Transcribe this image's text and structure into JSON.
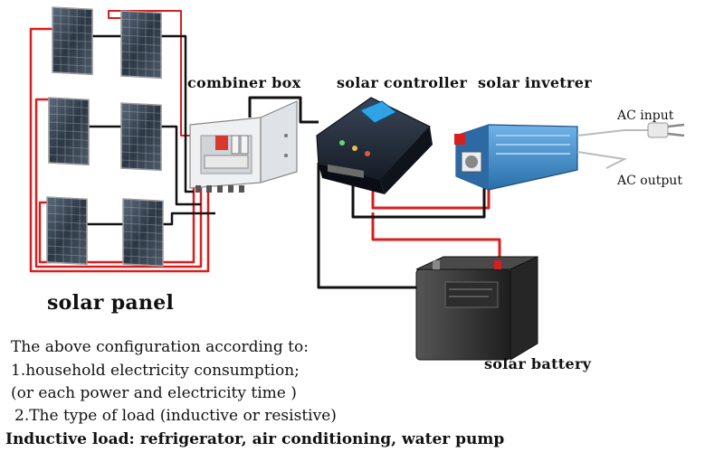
{
  "labels": {
    "combiner_box": "combiner box",
    "solar_controller": "solar controller",
    "solar_inverter": "solar invetrer",
    "ac_input": "AC input",
    "ac_output": "AC output",
    "solar_panel": "solar panel",
    "solar_battery": "solar battery"
  },
  "notes": [
    "The above configuration according to:",
    "1.household electricity consumption;",
    "(or each power and electricity time )",
    "2.The type of load (inductive or resistive)",
    "Inductive load: refrigerator, air conditioning, water pump"
  ],
  "colors": {
    "positive_wire": "#d81e1e",
    "negative_wire": "#111111",
    "panel_blue": "#3a4a5c",
    "inverter_blue": "#3c86c4",
    "battery_body": "#2f2f2f",
    "controller_body": "#1c2431",
    "screen_blue": "#2fa3e6"
  }
}
